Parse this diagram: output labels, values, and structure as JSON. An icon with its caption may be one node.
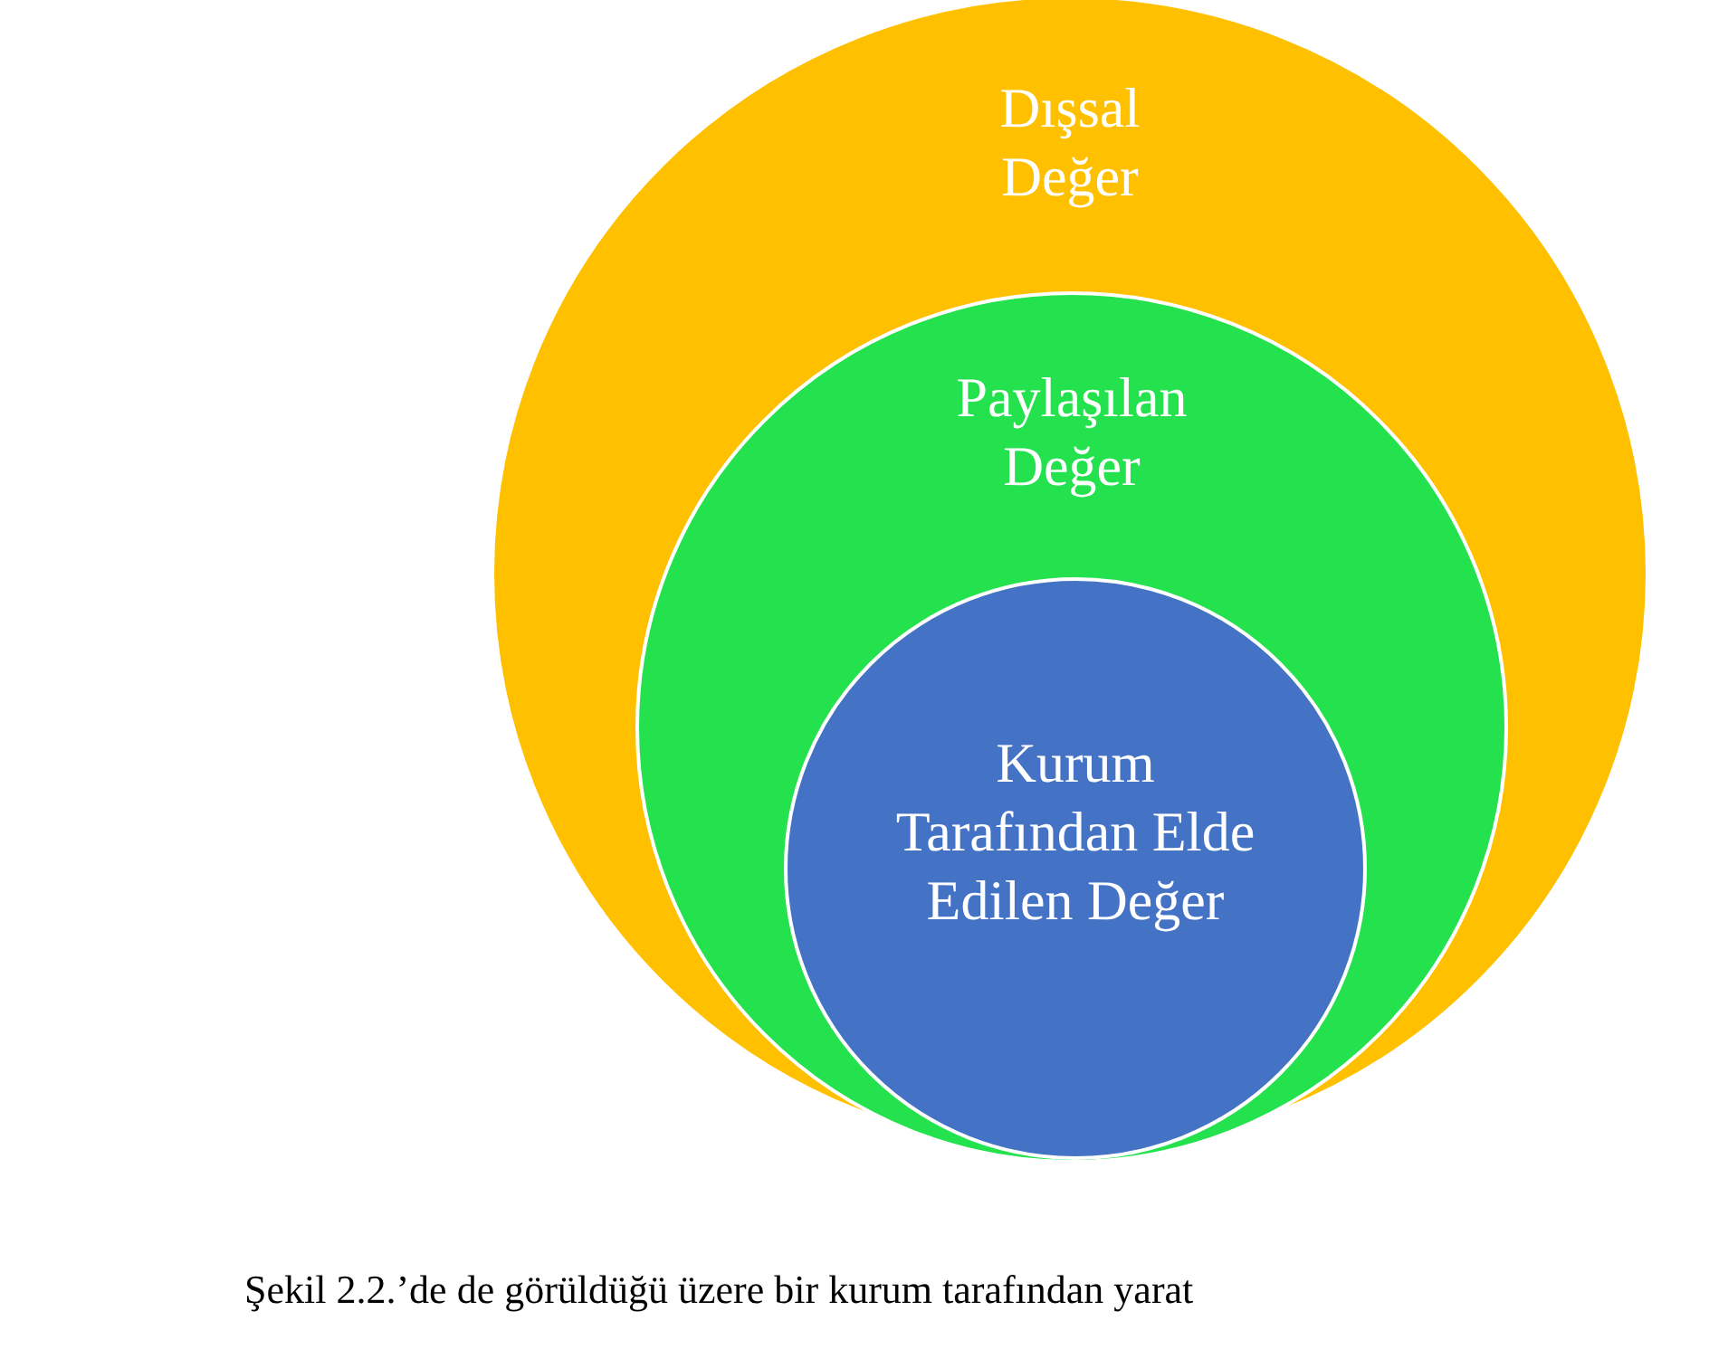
{
  "diagram": {
    "nodes": [
      {
        "text": [
          "Dışsal Değer"
        ]
      },
      {
        "text": [
          "Paylaşılan Değer"
        ],
        "in": 0
      },
      {
        "text": [
          "Kurum Tarafından Elde Edilen Değer"
        ],
        "in": 1
      }
    ],
    "labels": [
      "Şekil 2.2.’de de görüldüğü üzere bir kurum tarafından yarat"
    ]
  }
}
